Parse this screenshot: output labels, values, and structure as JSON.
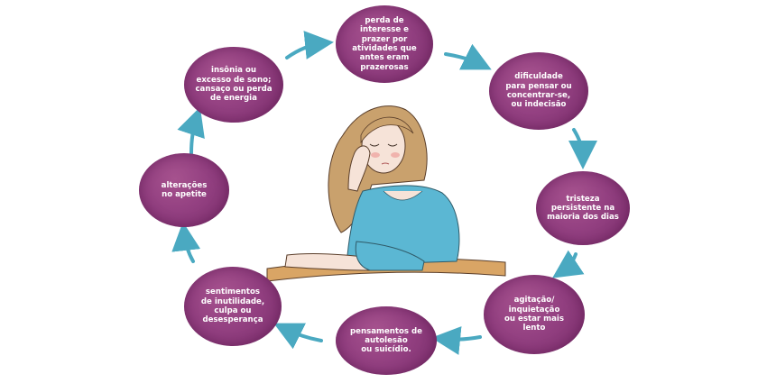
{
  "diagram": {
    "symptoms": [
      {
        "id": "interest",
        "text": "perda de\ninteresse e\nprazer por\natividades que\nantes eram\nprazerosas"
      },
      {
        "id": "concentration",
        "text": "dificuldade\npara pensar ou\nconcentrar-se,\nou indecisão"
      },
      {
        "id": "sadness",
        "text": "tristeza\npersistente na\nmaioria dos dias"
      },
      {
        "id": "agitation",
        "text": "agitação/\ninquietação\nou estar mais\nlento"
      },
      {
        "id": "selfharm",
        "text": "pensamentos de\nautolesão\nou suicídio."
      },
      {
        "id": "worthless",
        "text": "sentimentos\nde inutilidade,\nculpa ou\ndesesperança"
      },
      {
        "id": "appetite",
        "text": "alterações\nno apetite"
      },
      {
        "id": "sleep",
        "text": "insônia ou\nexcesso de sono;\ncansaço ou perda\nde energia"
      }
    ],
    "colors": {
      "node": "#934081",
      "arrow": "#4aa9c1",
      "sweater": "#5bb7d3",
      "hair": "#c9a16d",
      "table": "#d9a565"
    },
    "arrow_icon": "curved-arrow-icon",
    "illustration": "sad-woman-at-table-illustration"
  }
}
